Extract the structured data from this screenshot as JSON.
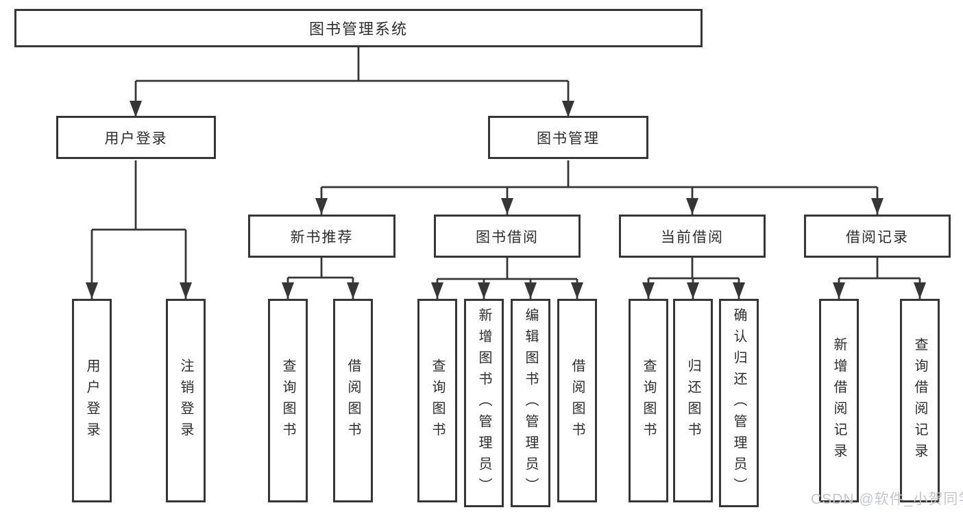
{
  "diagram": {
    "root": {
      "label": "图书管理系统"
    },
    "level2": {
      "user_login": {
        "label": "用户登录"
      },
      "book_mgmt": {
        "label": "图书管理"
      }
    },
    "level3": {
      "new_book_rec": {
        "label": "新书推荐"
      },
      "book_borrow": {
        "label": "图书借阅"
      },
      "current_borrow": {
        "label": "当前借阅"
      },
      "borrow_records": {
        "label": "借阅记录"
      }
    },
    "leaves": {
      "user_login": {
        "label": "用户登录"
      },
      "logout": {
        "label": "注销登录"
      },
      "nbr_query_books": {
        "label": "查询图书"
      },
      "nbr_borrow_books": {
        "label": "借阅图书"
      },
      "bb_query_books": {
        "label": "查询图书"
      },
      "bb_add_books": {
        "label": "新增图书（管理员）"
      },
      "bb_edit_books": {
        "label": "编辑图书（管理员）"
      },
      "bb_borrow_books": {
        "label": "借阅图书"
      },
      "cb_query_books": {
        "label": "查询图书"
      },
      "cb_return_books": {
        "label": "归还图书"
      },
      "cb_confirm_return": {
        "label": "确认归还（管理员）"
      },
      "br_add_record": {
        "label": "新增借阅记录"
      },
      "br_query_record": {
        "label": "查询借阅记录"
      }
    },
    "colors": {
      "line": "#363636",
      "text": "#2d2d2d",
      "box_background": "#ffffff",
      "watermark": "#c4c6ca"
    }
  },
  "watermark": {
    "text": "CSDN @软件_小贺同学"
  }
}
